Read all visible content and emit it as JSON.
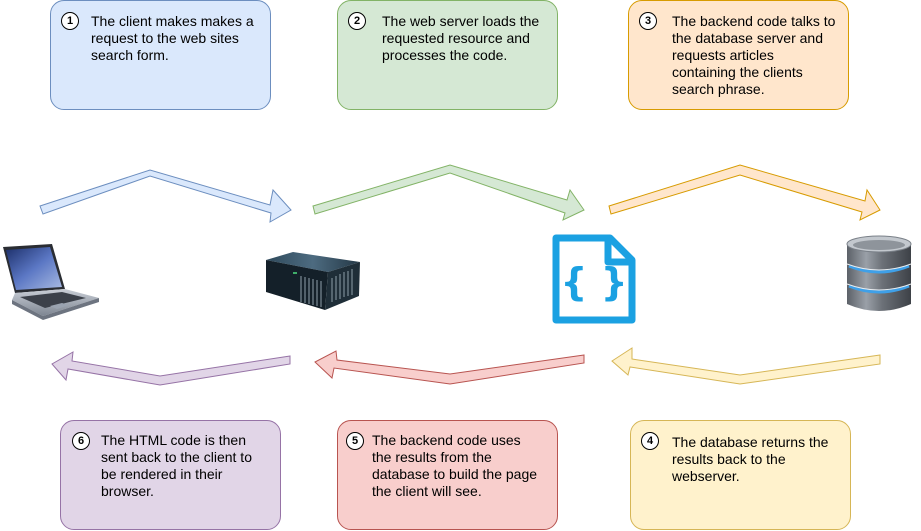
{
  "steps": [
    {
      "number": "1",
      "text": "The client makes makes a\nrequest to the web sites\nsearch form.",
      "fill": "#dae8fc",
      "stroke": "#6c8ebf"
    },
    {
      "number": "2",
      "text": "The web server loads the\nrequested resource and\nprocesses the code.",
      "fill": "#d5e8d4",
      "stroke": "#82b366"
    },
    {
      "number": "3",
      "text": "The backend code talks to\nthe database server and\nrequests articles\ncontaining the clients\nsearch phrase.",
      "fill": "#ffe6cc",
      "stroke": "#d79b00"
    },
    {
      "number": "4",
      "text": "The database returns the\nresults back to the\nwebserver.",
      "fill": "#fff2cc",
      "stroke": "#d6b656"
    },
    {
      "number": "5",
      "text": "The backend code uses\nthe results from the\ndatabase to build the page\nthe client will see.",
      "fill": "#f8cecc",
      "stroke": "#b85450"
    },
    {
      "number": "6",
      "text": "The HTML code is then\nsent back to the client to\nbe rendered in their\nbrowser.",
      "fill": "#e1d5e7",
      "stroke": "#9673a6"
    }
  ],
  "nodes": [
    {
      "name": "laptop",
      "icon": "laptop-icon"
    },
    {
      "name": "web-server",
      "icon": "server-icon"
    },
    {
      "name": "backend-code",
      "icon": "code-file-icon",
      "color": "#1ba1e2"
    },
    {
      "name": "database",
      "icon": "database-icon"
    }
  ]
}
